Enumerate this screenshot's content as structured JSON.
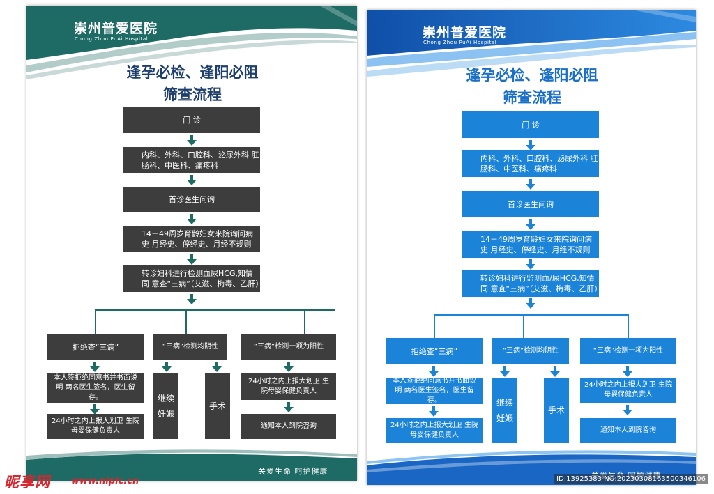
{
  "hospital": {
    "name": "崇州普爱医院",
    "name_en": "Chong Zhou PuAi Hospital"
  },
  "title": {
    "line1": "逢孕必检、逢阳必阻",
    "line2": "筛查流程"
  },
  "steps": {
    "outpatient": "门 诊",
    "departments": "内科、外科、口腔科、泌尿外科 肛肠科、中医科、痛疼科",
    "first_doctor": "首诊医生问询",
    "inquiry": "14－49周岁育龄妇女来院询问病史 月经史、停经史、月经不规则",
    "referral_left": "转诊妇科进行检测血尿HCG,知情同 意查“三病”（艾滋、梅毒、乙肝）",
    "referral_right": "转诊妇科进行监测血/尿HCG,知情同 意查“三病”（艾滋、梅毒、乙肝）"
  },
  "branches": {
    "refuse": "拒绝查“三病”",
    "negative": "“三病”检测均阴性",
    "positive": "“三病”检测一项为阳性",
    "refuse_sign": "本人签拒绝同意书并书面说明 两名医生签名，医生留存。",
    "refuse_report": "24小时之内上报大划卫 生院母婴保健负责人",
    "continue_pregnancy": "继续妊娠",
    "surgery": "手术",
    "positive_report": "24小时之内上报大划卫 生院母婴保健负责人",
    "notify": "通知本人到院咨询"
  },
  "footer": "关爱生命  呵护健康",
  "watermark": {
    "logo": "昵享网",
    "url": "www.nipic.cn",
    "id": "ID:13925383 NO:20230308163500346106"
  },
  "colors": {
    "left_header": "#1e6a64",
    "left_box": "#3d3d3d",
    "left_arrow": "#1e6a64",
    "left_title": "#1e3f6e",
    "right_header": "#1a66c4",
    "right_box": "#1c84d8",
    "right_arrow": "#1c84d8",
    "right_title": "#1a6fc8"
  }
}
